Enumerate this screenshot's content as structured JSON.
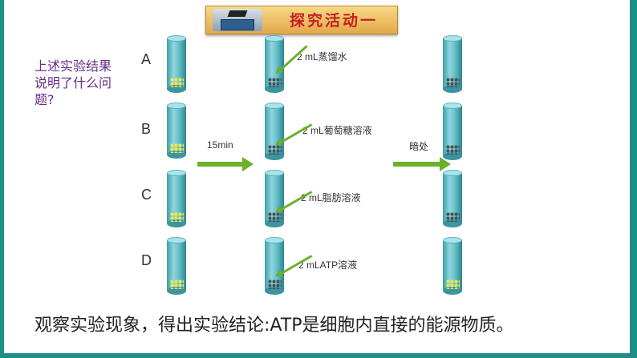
{
  "banner": {
    "title": "探究活动一"
  },
  "question": "上述实验结果说明了什么问题?",
  "rows": [
    "A",
    "B",
    "C",
    "D"
  ],
  "reagents": [
    "2 mL蒸馏水",
    "2 mL葡萄糖溶液",
    "2 mL脂肪溶液",
    "2 mLATP溶液"
  ],
  "steps": {
    "time": "15min",
    "dark": "暗处"
  },
  "tubes": {
    "col1": [
      "yellow",
      "yellow",
      "yellow",
      "yellow"
    ],
    "col2": [
      "dark",
      "dark",
      "dark",
      "dark"
    ],
    "col3": [
      "dark",
      "dark",
      "dark",
      "yellow"
    ]
  },
  "colors": {
    "accent": "#6bb12a",
    "teal": "#1d8f86",
    "question": "#6a2a8a",
    "title": "#c62020"
  },
  "conclusion": "观察实验现象，得出实验结论:ATP是细胞内直接的能源物质。"
}
